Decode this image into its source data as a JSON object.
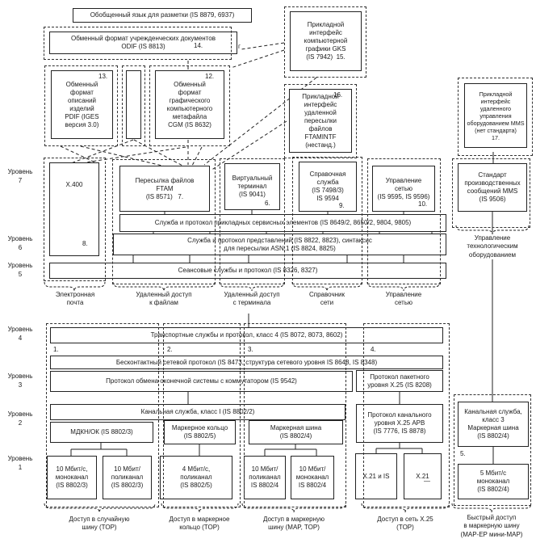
{
  "colors": {
    "ink": "#1a1a1a",
    "paper": "#ffffff"
  },
  "top": {
    "sgml": "Обобщенный язык для разметки (IS 8879, 6937)",
    "odif": "Обменный формат учрежденческих документов\nODIF (IS 8813)",
    "odif_num": "14.",
    "gks": "Прикладной\nинтерфейс\nкомпьютерной\nграфики GKS\n(IS 7942)  15.",
    "pdif": "Обменный\nформат\nописаний\nизделий\nPDIF (IGES\nверсия 3.0)",
    "pdif_num": "13.",
    "cgm": "Обменный\nформат\nграфического\nкомпьютерного\nметафайла\nCGM (IS 8632)",
    "cgm_num": "12.",
    "ftamintf": "Прикладной\nинтерфейс\nудаленной\nпересылки\nфайлов\nFTAMINTF\n(нестанд.)",
    "ftamintf_num": "16.",
    "mms17": "Прикладной\nинтерфейс\nудаленного\nуправления\nоборудованием MMS\n(нет стандарта)\n17.",
    "gamma": "г"
  },
  "levels": {
    "items": [
      "Уровень\n7",
      "Уровень\n6",
      "Уровень\n5",
      "Уровень\n4",
      "Уровень\n3",
      "Уровень\n2",
      "Уровень\n1"
    ]
  },
  "l7": {
    "x400": "X.400",
    "x400_num": "8.",
    "ftam": "Пересылка файлов\nFTAM\n(IS 8571)   7.",
    "vt": "Виртуальный\nтерминал\n(IS 9041)",
    "vt_num": "6.",
    "dir": "Справочная\nслужба\n(IS 7498/3)\nIS 9594",
    "dir_num": "9.",
    "net": "Управление\nсетью\n(IS 9595, IS 9596)",
    "net_num": "10.",
    "mms": "Стандарт\nпроизводственных\nсообщений MMS\n(IS 9506)"
  },
  "bars": {
    "ase": "Служба и протокол прикладных сервисных элементов (IS 8649/2, 8650/2, 9804, 9805)",
    "pres": "Служба и протокол представлений (IS 8822, 8823), синтаксис\nдля пересылки ASN.1 (IS 8824, 8825)",
    "session": "Сеансовые службы и протокол (IS 8326, 8327)",
    "transport": "Транспортные службы и протокол, класс 4 (IS 8072, 8073, 8602)",
    "network": "Бесконтактный сетевой протокол (IS 8473, структура сетевого уровня IS 8648, IS 8348)",
    "es_is": "Протокол обмена оконечной системы с коммутатором (IS 9542)",
    "link": "Канальная служба, класс I (IS 8802/2)"
  },
  "groups": {
    "email": "Электронная\nпочта",
    "files": "Удаленный доступ\nк файлам",
    "terminal": "Удаленный доступ\nс терминала",
    "directory": "Справочник\nсети",
    "netmgmt": "Управление\nсетью",
    "mfg": "Управление\nтехнологическим\nоборудованием"
  },
  "cols": {
    "n1": "1.",
    "n2": "2.",
    "n3": "3.",
    "n4": "4.",
    "n5": "5."
  },
  "l3": {
    "x25pkt": "Протокол пакетного\nуровня X.25 (IS 8208)"
  },
  "l2": {
    "csma": "МДКН/ОК (IS 8802/3)",
    "tring": "Маркерное кольцо\n(IS 8802/5)",
    "tbus": "Маркерная шина\n(IS 8802/4)",
    "x25link": "Протокол канального\nуровня X.25 АРВ\n(IS 7776, IS 8878)",
    "link3": "Канальная служба,\nкласс 3\nМаркерная шина\n(IS 8802/4)"
  },
  "l1": {
    "p1": "10 Мбит/с,\nмоноканал\n(IS 8802/3)",
    "p2": "10 Мбит/\nполиканал\n(IS 8802/3)",
    "p3": "4 Мбит/с,\nполиканал\n(IS 8802/5)",
    "p4": "10 Мбит/\nполиканал\nIS 8802/4",
    "p5": "10 Мбит/\nмоноканал\nIS 8802/4",
    "x21a": "X.21 и IS",
    "x21b": "X.21",
    "x21b_sub": "—",
    "p6": "5 Мбит/с\nмоноканал\n(IS 8802/4)"
  },
  "access": {
    "random": "Доступ в случайную\nшину (TOP)",
    "ring": "Доступ в маркерное\nкольцо (TOP)",
    "bus": "Доступ в маркерную\nшину (MAP, TOP)",
    "x25": "Доступ в сеть X.25\n(TOP)",
    "fast": "Быстрый доступ\nв маркерную шину\n(MAP-EP мини-MAP)"
  }
}
